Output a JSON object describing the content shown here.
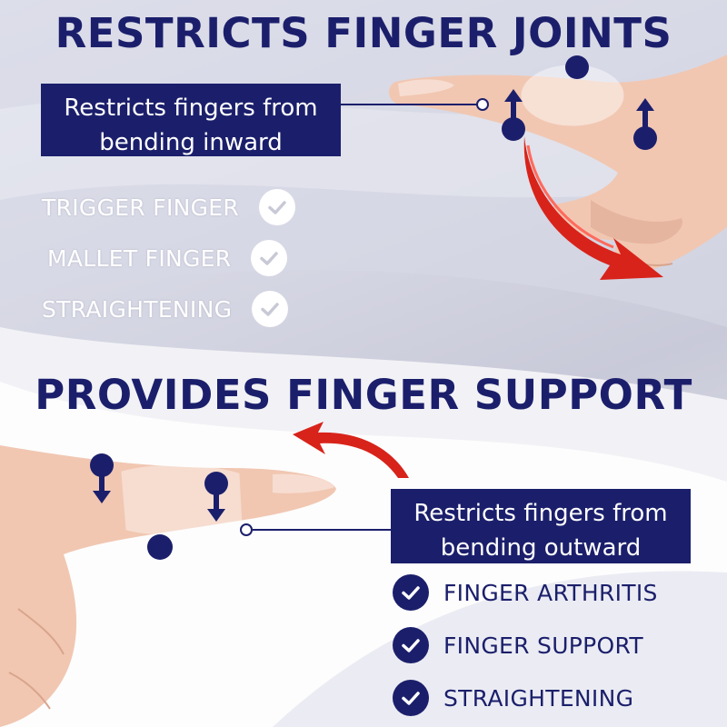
{
  "top_section": {
    "headline": "RESTRICTS FINGER JOINTS",
    "callout": "Restricts fingers from bending inward",
    "features": [
      {
        "label": "TRIGGER FINGER"
      },
      {
        "label": "MALLET FINGER"
      },
      {
        "label": "STRAIGHTENING"
      }
    ]
  },
  "bottom_section": {
    "headline": "PROVIDES FINGER SUPPORT",
    "callout": "Restricts fingers from bending outward",
    "features": [
      {
        "label": "FINGER ARTHRITIS"
      },
      {
        "label": "FINGER SUPPORT"
      },
      {
        "label": "STRAIGHTENING"
      }
    ]
  },
  "icons": {
    "check": "checkmark-icon",
    "arrow": "curved-red-arrow-icon",
    "force_indicator": "pin-arrow-icon"
  },
  "colors": {
    "brand_navy": "#1b1f6b",
    "arrow_red": "#d8231a",
    "text_light": "#ffffff",
    "skin": "#f1c7b2"
  }
}
